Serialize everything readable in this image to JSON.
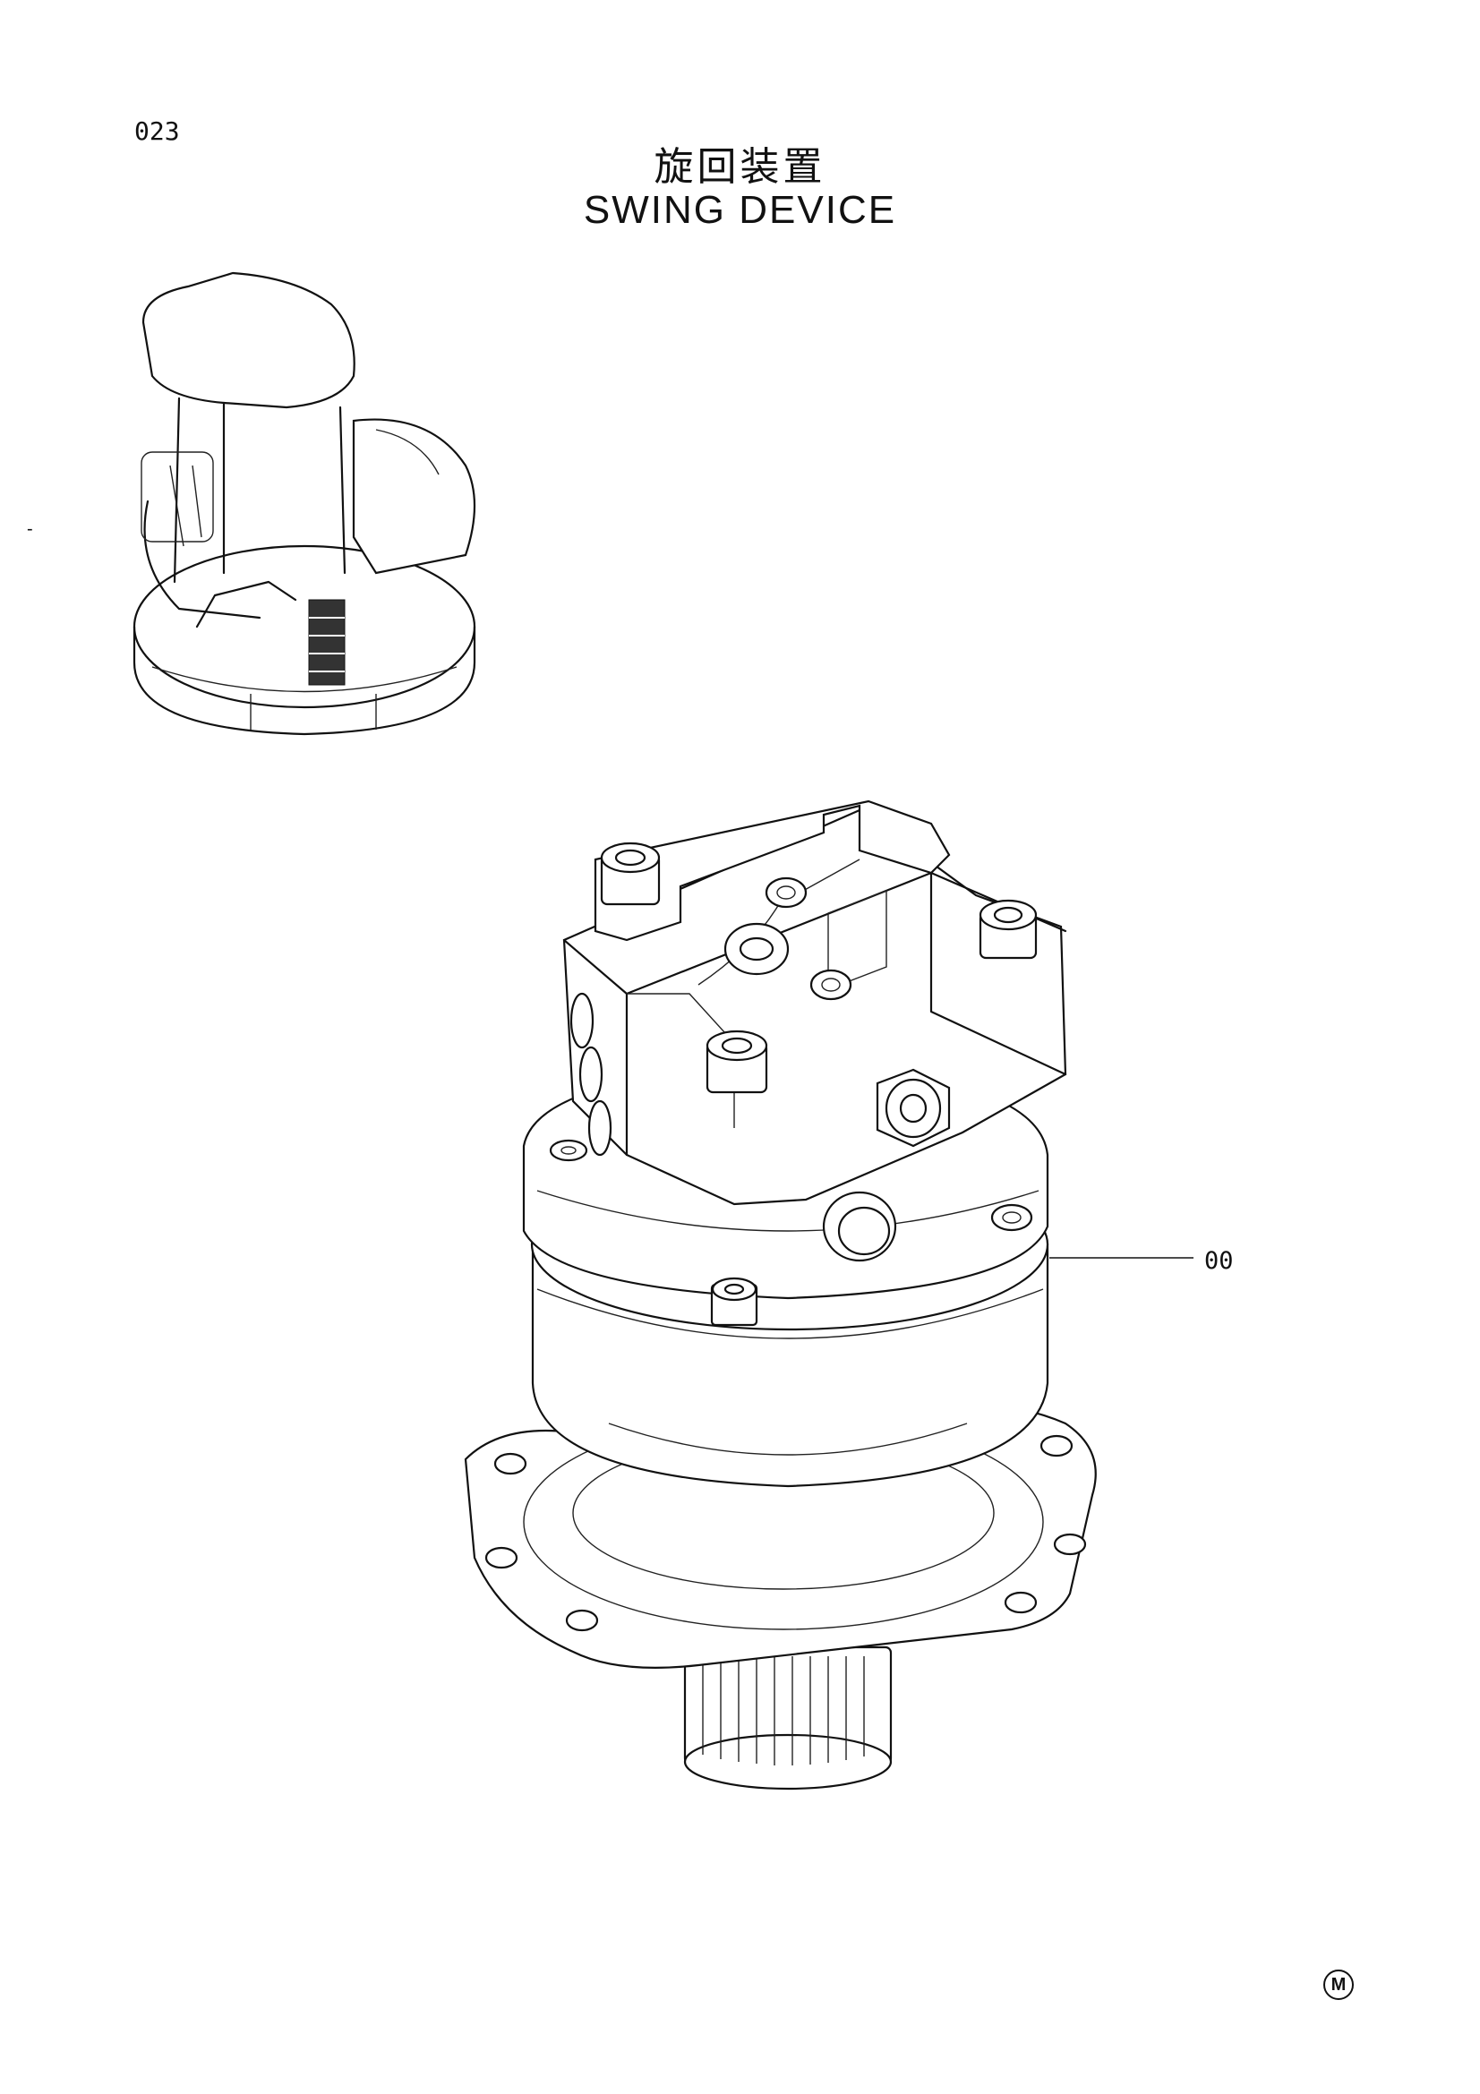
{
  "header": {
    "page_number": "023",
    "title_jp": "旋回装置",
    "title_en": "SWING DEVICE"
  },
  "side_mark": "-",
  "callouts": [
    {
      "label": "00"
    }
  ],
  "footer": {
    "logo_letter": "M"
  }
}
